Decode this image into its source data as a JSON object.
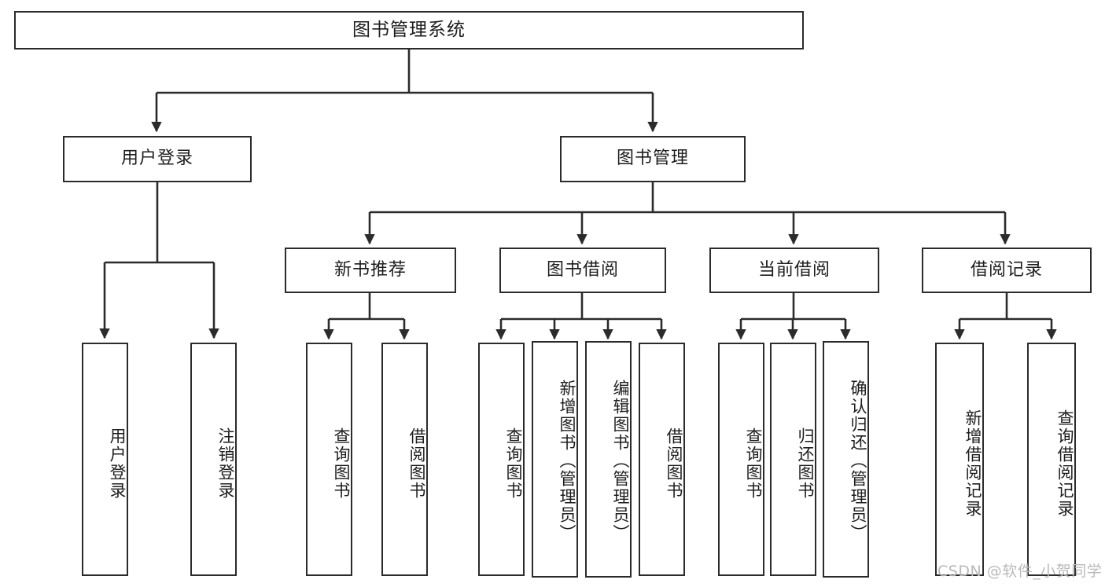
{
  "diagram": {
    "title": "图书管理系统",
    "watermark": "CSDN @软件_小贺同学",
    "line_color": "#2b2b2b",
    "text_color": "#1d1d1d",
    "background": "#ffffff",
    "root": {
      "label": "图书管理系统"
    },
    "level2": [
      {
        "label": "用户登录"
      },
      {
        "label": "图书管理"
      }
    ],
    "level3": [
      {
        "label": "新书推荐"
      },
      {
        "label": "图书借阅"
      },
      {
        "label": "当前借阅"
      },
      {
        "label": "借阅记录"
      }
    ],
    "leaves": {
      "user_login": [
        {
          "label": "用户登录"
        },
        {
          "label": "注销登录"
        }
      ],
      "new_book": [
        {
          "label": "查询图书"
        },
        {
          "label": "借阅图书"
        }
      ],
      "book_borrow": [
        {
          "label": "查询图书"
        },
        {
          "label": "新增图书（管理员）"
        },
        {
          "label": "编辑图书（管理员）"
        },
        {
          "label": "借阅图书"
        }
      ],
      "current_borrow": [
        {
          "label": "查询图书"
        },
        {
          "label": "归还图书"
        },
        {
          "label": "确认归还（管理员）"
        }
      ],
      "borrow_record": [
        {
          "label": "新增借阅记录"
        },
        {
          "label": "查询借阅记录"
        }
      ]
    }
  }
}
